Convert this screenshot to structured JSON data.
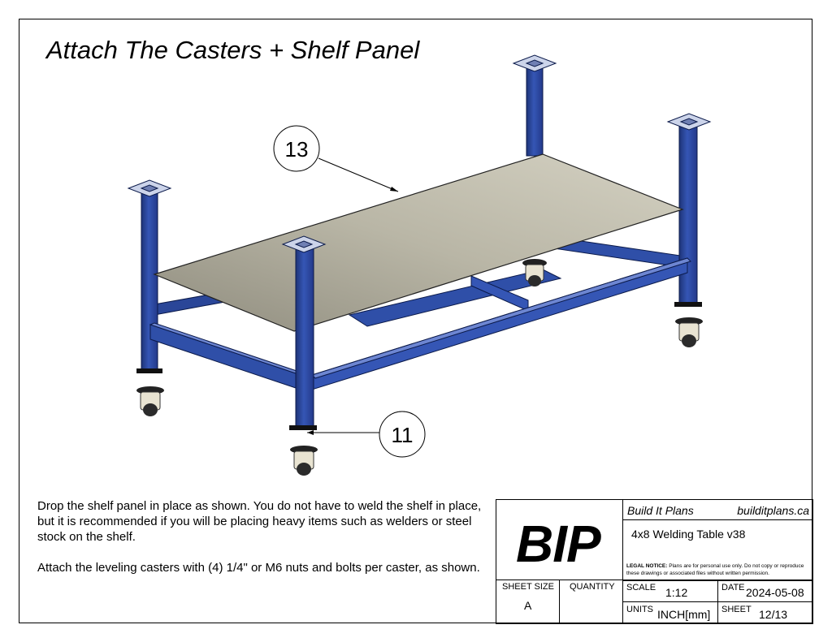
{
  "title": "Attach The Casters + Shelf Panel",
  "callouts": [
    {
      "label": "13",
      "target": "shelf-panel"
    },
    {
      "label": "11",
      "target": "leveling-caster"
    }
  ],
  "colors": {
    "frame": "#2f4fa8",
    "frame_dark": "#1e3478",
    "panel": "#b9b6a6",
    "caster_body": "#e9e4d2"
  },
  "notes": [
    "Drop the shelf panel in place as shown. You do not have to weld the shelf in place, but it is recommended if you will be placing heavy items such as welders or steel stock on the shelf.",
    "Attach the leveling casters with (4) 1/4\" or M6 nuts and bolts per caster, as shown."
  ],
  "title_block": {
    "logo": "BIP",
    "company": "Build It Plans",
    "website": "builditplans.ca",
    "drawing_title": "4x8 Welding Table v38",
    "legal_label": "LEGAL NOTICE:",
    "legal_text": "Plans are for personal use only. Do not copy or reproduce these drawings or associated files without written permission.",
    "sheet_size_label": "SHEET SIZE",
    "sheet_size": "A",
    "quantity_label": "QUANTITY",
    "quantity": "",
    "scale_label": "SCALE",
    "scale": "1:12",
    "date_label": "DATE",
    "date": "2024-05-08",
    "units_label": "UNITS",
    "units": "INCH[mm]",
    "sheet_label": "SHEET",
    "sheet": "12/13"
  }
}
